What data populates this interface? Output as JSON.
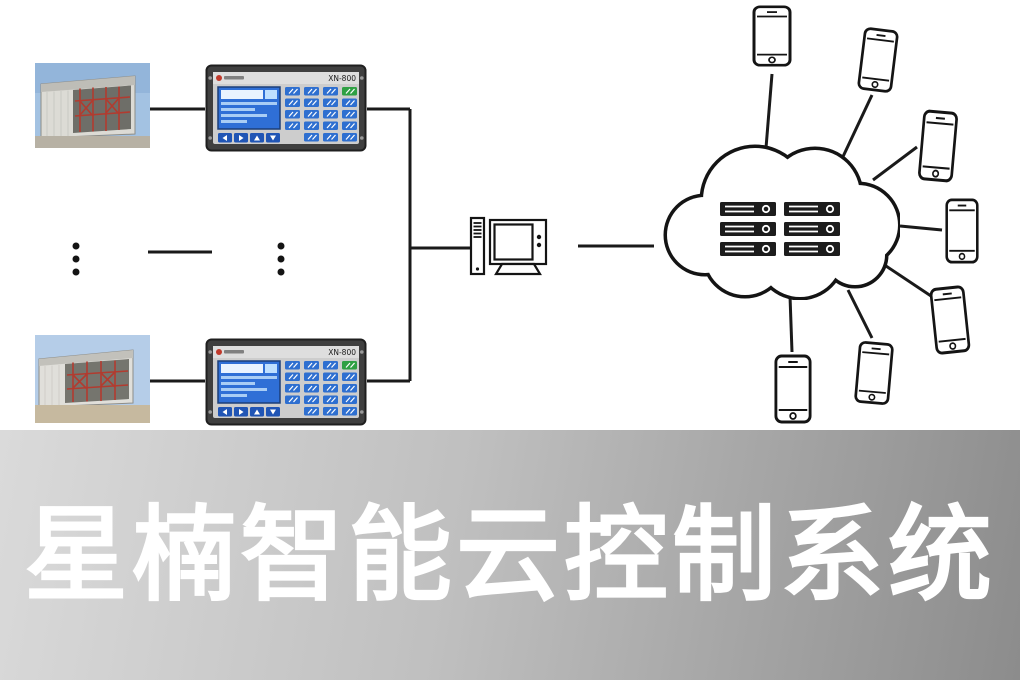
{
  "banner": {
    "title": "星楠智能云控制系统"
  },
  "controllers": [
    {
      "model": "XN-800"
    },
    {
      "model": "XN-800"
    }
  ],
  "icons": {
    "site_photo": "greenhouse-structure-photo",
    "controller": "plc-controller-panel",
    "computer": "desktop-computer",
    "cloud": "cloud",
    "server": "server-unit",
    "phone": "smartphone",
    "ellipsis": "more-units-ellipsis"
  },
  "colors": {
    "line": "#1a1a1a",
    "banner_text": "#ffffff",
    "banner_gradient_start": "#dadada",
    "banner_gradient_end": "#8c8c8c",
    "controller_frame": "#3f3f3f",
    "controller_screen": "#2f6fd6",
    "key_blue": "#2e6fd0",
    "key_green": "#2fa043",
    "scaffold_red": "#b23b2f"
  }
}
